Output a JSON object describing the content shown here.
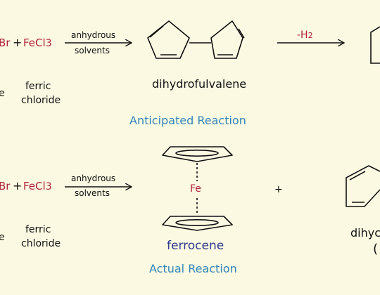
{
  "anticipated": {
    "reagent_left": "Br",
    "plus": "+",
    "reagent": "FeCl",
    "reagent_sub": "3",
    "arrow_top": "anhydrous",
    "arrow_bottom": "solvents",
    "reagent_left_name_part": "e",
    "reagent_name_line1": "ferric",
    "reagent_name_line2": "chloride",
    "product_label": "dihydrofulvalene",
    "step2_arrow_label": "-H",
    "step2_arrow_sub": "2",
    "caption": "Anticipated Reaction"
  },
  "actual": {
    "reagent_left": "Br",
    "plus": "+",
    "reagent": "FeCl",
    "reagent_sub": "3",
    "arrow_top": "anhydrous",
    "arrow_bottom": "solvents",
    "reagent_left_name_part": "e",
    "reagent_name_line1": "ferric",
    "reagent_name_line2": "chloride",
    "metal": "Fe",
    "product_label": "ferrocene",
    "plus2": "+",
    "byproduct_label_part": "dihyc",
    "byproduct_paren": "(",
    "caption": "Actual Reaction"
  },
  "colors": {
    "background": "#fbf9e2",
    "reagent_red": "#b0213a",
    "caption_blue": "#2f86b8",
    "ferrocene_navy": "#2e3a8c"
  }
}
